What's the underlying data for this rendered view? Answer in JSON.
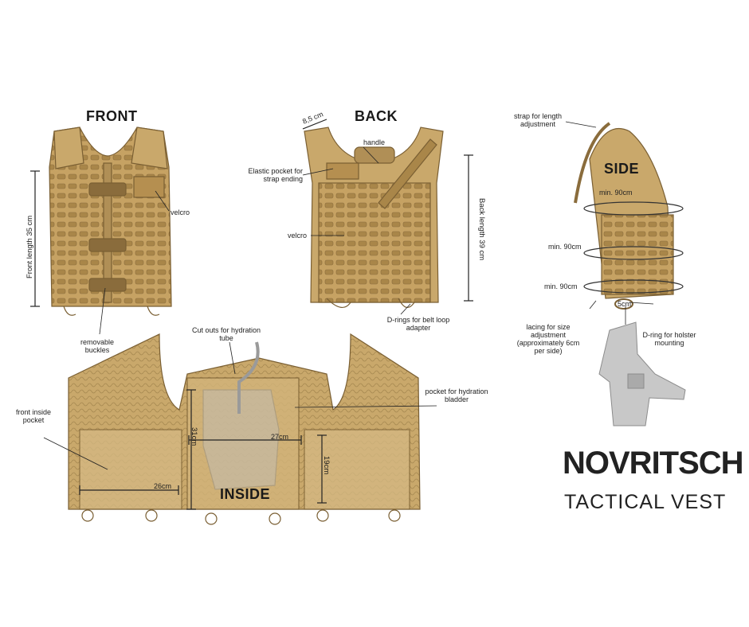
{
  "views": {
    "front": "FRONT",
    "back": "BACK",
    "side": "SIDE",
    "inside": "INSIDE"
  },
  "labels": {
    "front_length": "Front length 35 cm",
    "velcro_front": "velcro",
    "removable_buckles": "removable buckles",
    "width_85": "8,5 cm",
    "handle": "handle",
    "elastic_pocket": "Elastic pocket for strap ending",
    "velcro_back": "velcro",
    "back_length": "Back length 39 cm",
    "d_rings": "D-rings for belt loop adapter",
    "strap_adjust": "strap for length adjustment",
    "min90_a": "min. 90cm",
    "min90_b": "min. 90cm",
    "min90_c": "min. 90cm",
    "five_cm": "5cm",
    "lacing": "lacing for size adjustment (approximately 6cm per side)",
    "d_ring_holster": "D-ring for holster mounting",
    "cut_outs": "Cut outs for hydration tube",
    "pocket_bladder": "pocket for hydration bladder",
    "front_inside_pocket": "front inside pocket",
    "d31": "31cm",
    "d27": "27cm",
    "d19": "19cm",
    "d26": "26cm"
  },
  "brand": {
    "logo": "NOVRITSCH",
    "subtitle": "TACTICAL VEST"
  },
  "colors": {
    "coyote": "#c9a86b",
    "coyote_dark": "#8a6c3c",
    "coyote_light": "#dcc192",
    "holster": "#c8c8c8"
  }
}
